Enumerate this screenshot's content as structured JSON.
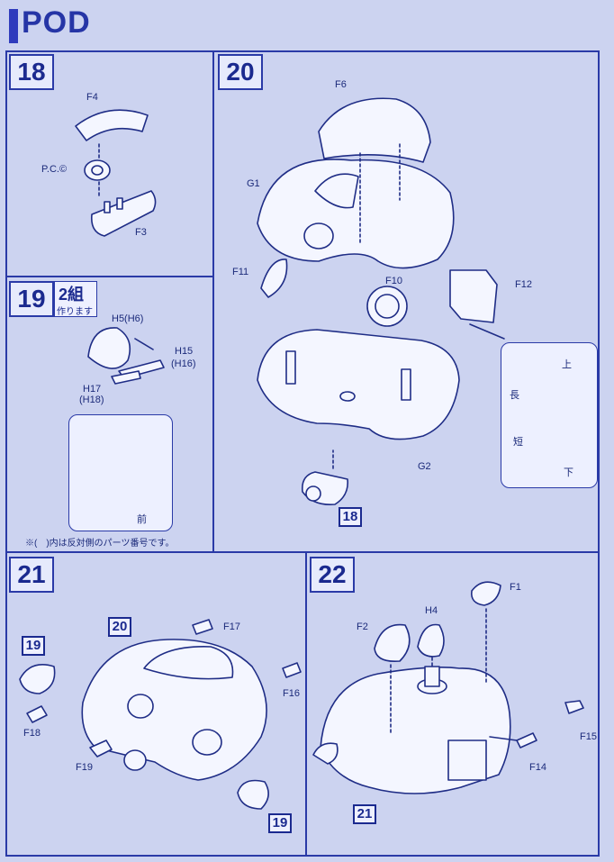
{
  "header": {
    "title": "POD"
  },
  "steps": {
    "s18": {
      "number": "18",
      "parts": {
        "top": "F4",
        "pc": "P.C.©",
        "base": "F3"
      }
    },
    "s19": {
      "number": "19",
      "badge_main": "2組",
      "badge_sub": "作ります",
      "parts": {
        "disc": "H5(H6)",
        "arm1": "H15",
        "arm1_alt": "(H16)",
        "arm2": "H17",
        "arm2_alt": "(H18)"
      },
      "inset_arrow_label": "前",
      "note": "※(　)内は反対側のパーツ番号です。"
    },
    "s20": {
      "number": "20",
      "parts": {
        "top": "F6",
        "body": "G1",
        "left_disc": "F11",
        "center_disc": "F10",
        "box": "F12",
        "bottom": "G2"
      },
      "ref_step": "18",
      "detail": {
        "up": "上",
        "long": "長",
        "short": "短",
        "down": "下"
      }
    },
    "s21": {
      "number": "21",
      "ref_top": "20",
      "ref_left": "19",
      "ref_right": "19",
      "parts": {
        "p1": "F17",
        "p2": "F16",
        "p3": "F18",
        "p4": "F19"
      }
    },
    "s22": {
      "number": "22",
      "ref_bottom": "21",
      "parts": {
        "p1": "F1",
        "p2": "F2",
        "p3": "H4",
        "p4": "F15",
        "p5": "F14"
      }
    }
  }
}
